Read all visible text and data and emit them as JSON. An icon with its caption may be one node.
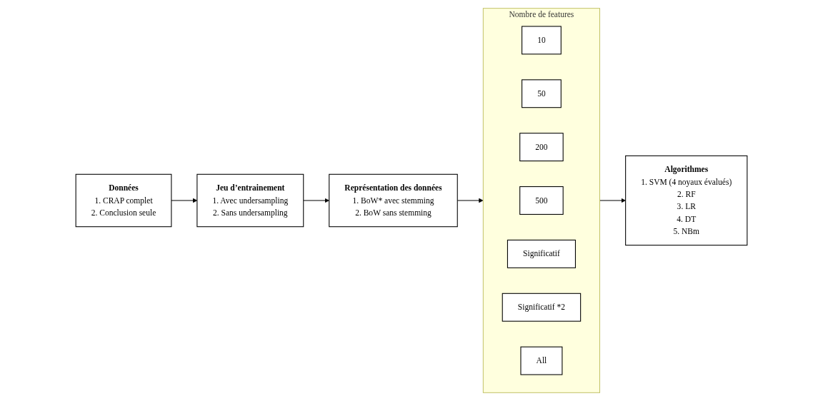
{
  "diagram": {
    "nodes": [
      {
        "text": [
          "Données",
          "1. CRAP complet",
          "2. Conclusion seule"
        ]
      },
      {
        "text": [
          "Jeu d’entrainement",
          "1. Avec undersampling",
          "2. Sans undersampling"
        ]
      },
      {
        "text": [
          "Représentation des données",
          "1. BoW* avec stemming",
          "2. BoW sans stemming"
        ]
      },
      {
        "text": [
          "Algorithmes",
          "1. SVM (4 noyaux évalués)",
          "2. RF",
          "3. LR",
          "4. DT",
          "5. NBm"
        ]
      },
      {
        "text": [
          "Nombre de features"
        ]
      },
      {
        "text": [
          "10"
        ],
        "in": 4
      },
      {
        "text": [
          "50"
        ],
        "in": 4
      },
      {
        "text": [
          "200"
        ],
        "in": 4
      },
      {
        "text": [
          "500"
        ],
        "in": 4
      },
      {
        "text": [
          "Significatif"
        ],
        "in": 4
      },
      {
        "text": [
          "Significatif *2"
        ],
        "in": 4
      },
      {
        "text": [
          "All"
        ],
        "in": 4
      }
    ],
    "edges": [
      {
        "from": 0,
        "to": 1,
        "arrow": "to"
      },
      {
        "from": 1,
        "to": 2,
        "arrow": "to"
      },
      {
        "from": 2,
        "to": 4,
        "arrow": "to"
      },
      {
        "from": 4,
        "to": 3,
        "arrow": "to"
      }
    ]
  }
}
